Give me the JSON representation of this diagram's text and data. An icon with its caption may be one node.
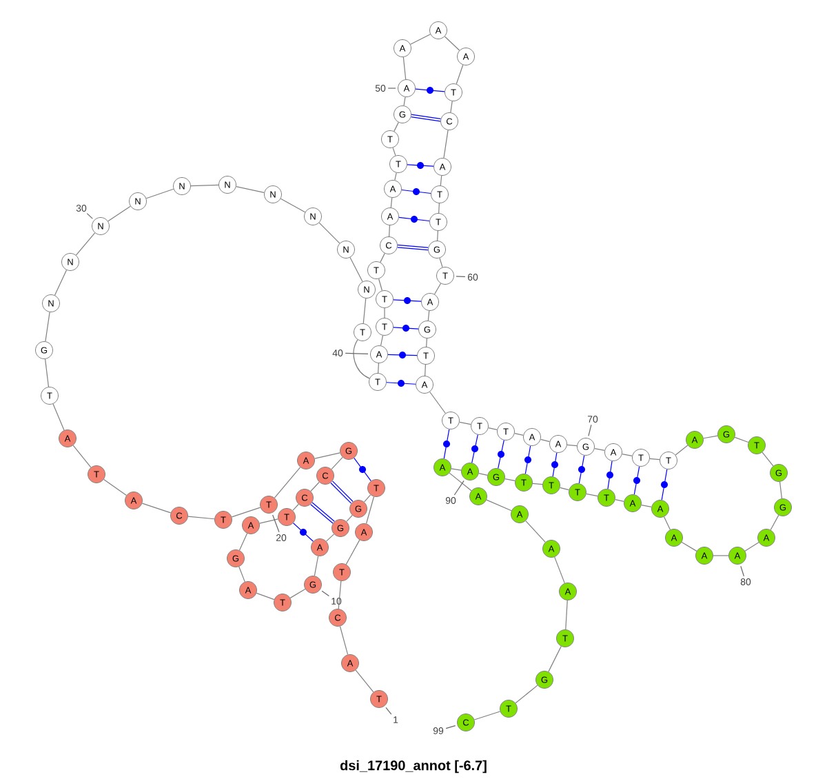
{
  "diagram": {
    "title": "dsi_17190_annot [-6.7]",
    "nodes": [
      {
        "text": [
          "T"
        ]
      },
      {
        "text": [
          "A"
        ]
      },
      {
        "text": [
          "C"
        ]
      },
      {
        "text": [
          "T"
        ]
      },
      {
        "text": [
          "A"
        ]
      },
      {
        "text": [
          "T"
        ]
      },
      {
        "text": [
          "G"
        ]
      },
      {
        "text": [
          "G"
        ]
      },
      {
        "text": [
          "A"
        ]
      },
      {
        "text": [
          "G"
        ]
      },
      {
        "text": [
          "T"
        ]
      },
      {
        "text": [
          "A"
        ]
      },
      {
        "text": [
          "G"
        ]
      },
      {
        "text": [
          "A"
        ]
      },
      {
        "text": [
          "T"
        ]
      },
      {
        "text": [
          "C"
        ]
      },
      {
        "text": [
          "C"
        ]
      },
      {
        "text": [
          "G"
        ]
      },
      {
        "text": [
          "A"
        ]
      },
      {
        "text": [
          "T"
        ]
      },
      {
        "text": [
          "T"
        ]
      },
      {
        "text": [
          "C"
        ]
      },
      {
        "text": [
          "A"
        ]
      },
      {
        "text": [
          "T"
        ]
      },
      {
        "text": [
          "A"
        ]
      },
      {
        "text": [
          "T"
        ]
      },
      {
        "text": [
          "G"
        ]
      },
      {
        "text": [
          "N"
        ]
      },
      {
        "text": [
          "N"
        ]
      },
      {
        "text": [
          "N"
        ]
      },
      {
        "text": [
          "N"
        ]
      },
      {
        "text": [
          "N"
        ]
      },
      {
        "text": [
          "N"
        ]
      },
      {
        "text": [
          "N"
        ]
      },
      {
        "text": [
          "N"
        ]
      },
      {
        "text": [
          "N"
        ]
      },
      {
        "text": [
          "N"
        ]
      },
      {
        "text": [
          "T"
        ]
      },
      {
        "text": [
          "T"
        ]
      },
      {
        "text": [
          "A"
        ]
      },
      {
        "text": [
          "T"
        ]
      },
      {
        "text": [
          "T"
        ]
      },
      {
        "text": [
          "T"
        ]
      },
      {
        "text": [
          "C"
        ]
      },
      {
        "text": [
          "A"
        ]
      },
      {
        "text": [
          "A"
        ]
      },
      {
        "text": [
          "T"
        ]
      },
      {
        "text": [
          "T"
        ]
      },
      {
        "text": [
          "G"
        ]
      },
      {
        "text": [
          "A"
        ]
      },
      {
        "text": [
          "A"
        ]
      },
      {
        "text": [
          "A"
        ]
      },
      {
        "text": [
          "A"
        ]
      },
      {
        "text": [
          "T"
        ]
      },
      {
        "text": [
          "C"
        ]
      },
      {
        "text": [
          "A"
        ]
      },
      {
        "text": [
          "T"
        ]
      },
      {
        "text": [
          "T"
        ]
      },
      {
        "text": [
          "G"
        ]
      },
      {
        "text": [
          "T"
        ]
      },
      {
        "text": [
          "A"
        ]
      },
      {
        "text": [
          "G"
        ]
      },
      {
        "text": [
          "T"
        ]
      },
      {
        "text": [
          "A"
        ]
      },
      {
        "text": [
          "T"
        ]
      },
      {
        "text": [
          "T"
        ]
      },
      {
        "text": [
          "T"
        ]
      },
      {
        "text": [
          "A"
        ]
      },
      {
        "text": [
          "A"
        ]
      },
      {
        "text": [
          "G"
        ]
      },
      {
        "text": [
          "A"
        ]
      },
      {
        "text": [
          "T"
        ]
      },
      {
        "text": [
          "T"
        ]
      },
      {
        "text": [
          "A"
        ]
      },
      {
        "text": [
          "G"
        ]
      },
      {
        "text": [
          "T"
        ]
      },
      {
        "text": [
          "G"
        ]
      },
      {
        "text": [
          "G"
        ]
      },
      {
        "text": [
          "A"
        ]
      },
      {
        "text": [
          "A"
        ]
      },
      {
        "text": [
          "A"
        ]
      },
      {
        "text": [
          "A"
        ]
      },
      {
        "text": [
          "A"
        ]
      },
      {
        "text": [
          "A"
        ]
      },
      {
        "text": [
          "T"
        ]
      },
      {
        "text": [
          "T"
        ]
      },
      {
        "text": [
          "T"
        ]
      },
      {
        "text": [
          "T"
        ]
      },
      {
        "text": [
          "G"
        ]
      },
      {
        "text": [
          "A"
        ]
      },
      {
        "text": [
          "A"
        ]
      },
      {
        "text": [
          "A"
        ]
      },
      {
        "text": [
          "A"
        ]
      },
      {
        "text": [
          "A"
        ]
      },
      {
        "text": [
          "A"
        ]
      },
      {
        "text": [
          "T"
        ]
      },
      {
        "text": [
          "G"
        ]
      },
      {
        "text": [
          "T"
        ]
      },
      {
        "text": [
          "C"
        ]
      },
      {
        "text": [
          "1"
        ]
      },
      {
        "text": [
          "10"
        ]
      },
      {
        "text": [
          "20"
        ]
      },
      {
        "text": [
          "30"
        ]
      },
      {
        "text": [
          "40"
        ]
      },
      {
        "text": [
          "50"
        ]
      },
      {
        "text": [
          "60"
        ]
      },
      {
        "text": [
          "70"
        ]
      },
      {
        "text": [
          "80"
        ]
      },
      {
        "text": [
          "90"
        ]
      },
      {
        "text": [
          "99"
        ]
      }
    ],
    "edges": [
      {
        "from": 0,
        "to": 1,
        "arrow": "none"
      },
      {
        "from": 1,
        "to": 2,
        "arrow": "none"
      },
      {
        "from": 2,
        "to": 3,
        "arrow": "none"
      },
      {
        "from": 3,
        "to": 4,
        "arrow": "none"
      },
      {
        "from": 4,
        "to": 5,
        "arrow": "none"
      },
      {
        "from": 5,
        "to": 6,
        "arrow": "none"
      },
      {
        "from": 6,
        "to": 7,
        "arrow": "none"
      },
      {
        "from": 7,
        "to": 8,
        "arrow": "none"
      },
      {
        "from": 8,
        "to": 9,
        "arrow": "none"
      },
      {
        "from": 9,
        "to": 10,
        "arrow": "none"
      },
      {
        "from": 10,
        "to": 11,
        "arrow": "none"
      },
      {
        "from": 11,
        "to": 12,
        "arrow": "none"
      },
      {
        "from": 12,
        "to": 13,
        "arrow": "none"
      },
      {
        "from": 13,
        "to": 14,
        "arrow": "none"
      },
      {
        "from": 14,
        "to": 15,
        "arrow": "none"
      },
      {
        "from": 15,
        "to": 16,
        "arrow": "none"
      },
      {
        "from": 16,
        "to": 17,
        "arrow": "none"
      },
      {
        "from": 17,
        "to": 18,
        "arrow": "none"
      },
      {
        "from": 18,
        "to": 19,
        "arrow": "none"
      },
      {
        "from": 19,
        "to": 20,
        "arrow": "none"
      },
      {
        "from": 20,
        "to": 21,
        "arrow": "none"
      },
      {
        "from": 21,
        "to": 22,
        "arrow": "none"
      },
      {
        "from": 22,
        "to": 23,
        "arrow": "none"
      },
      {
        "from": 23,
        "to": 24,
        "arrow": "none"
      },
      {
        "from": 24,
        "to": 25,
        "arrow": "none"
      },
      {
        "from": 25,
        "to": 26,
        "arrow": "none"
      },
      {
        "from": 26,
        "to": 27,
        "arrow": "none"
      },
      {
        "from": 27,
        "to": 28,
        "arrow": "none"
      },
      {
        "from": 28,
        "to": 29,
        "arrow": "none"
      },
      {
        "from": 29,
        "to": 30,
        "arrow": "none"
      },
      {
        "from": 30,
        "to": 31,
        "arrow": "none"
      },
      {
        "from": 31,
        "to": 32,
        "arrow": "none"
      },
      {
        "from": 32,
        "to": 33,
        "arrow": "none"
      },
      {
        "from": 33,
        "to": 34,
        "arrow": "none"
      },
      {
        "from": 34,
        "to": 35,
        "arrow": "none"
      },
      {
        "from": 35,
        "to": 36,
        "arrow": "none"
      },
      {
        "from": 36,
        "to": 37,
        "arrow": "none"
      },
      {
        "from": 37,
        "to": 38,
        "arrow": "none"
      },
      {
        "from": 38,
        "to": 39,
        "arrow": "none"
      },
      {
        "from": 39,
        "to": 40,
        "arrow": "none"
      },
      {
        "from": 40,
        "to": 41,
        "arrow": "none"
      },
      {
        "from": 41,
        "to": 42,
        "arrow": "none"
      },
      {
        "from": 42,
        "to": 43,
        "arrow": "none"
      },
      {
        "from": 43,
        "to": 44,
        "arrow": "none"
      },
      {
        "from": 44,
        "to": 45,
        "arrow": "none"
      },
      {
        "from": 45,
        "to": 46,
        "arrow": "none"
      },
      {
        "from": 46,
        "to": 47,
        "arrow": "none"
      },
      {
        "from": 47,
        "to": 48,
        "arrow": "none"
      },
      {
        "from": 48,
        "to": 49,
        "arrow": "none"
      },
      {
        "from": 49,
        "to": 50,
        "arrow": "none"
      },
      {
        "from": 50,
        "to": 51,
        "arrow": "none"
      },
      {
        "from": 51,
        "to": 52,
        "arrow": "none"
      },
      {
        "from": 52,
        "to": 53,
        "arrow": "none"
      },
      {
        "from": 53,
        "to": 54,
        "arrow": "none"
      },
      {
        "from": 54,
        "to": 55,
        "arrow": "none"
      },
      {
        "from": 55,
        "to": 56,
        "arrow": "none"
      },
      {
        "from": 56,
        "to": 57,
        "arrow": "none"
      },
      {
        "from": 57,
        "to": 58,
        "arrow": "none"
      },
      {
        "from": 58,
        "to": 59,
        "arrow": "none"
      },
      {
        "from": 59,
        "to": 60,
        "arrow": "none"
      },
      {
        "from": 60,
        "to": 61,
        "arrow": "none"
      },
      {
        "from": 61,
        "to": 62,
        "arrow": "none"
      },
      {
        "from": 62,
        "to": 63,
        "arrow": "none"
      },
      {
        "from": 63,
        "to": 64,
        "arrow": "none"
      },
      {
        "from": 64,
        "to": 65,
        "arrow": "none"
      },
      {
        "from": 65,
        "to": 66,
        "arrow": "none"
      },
      {
        "from": 66,
        "to": 67,
        "arrow": "none"
      },
      {
        "from": 67,
        "to": 68,
        "arrow": "none"
      },
      {
        "from": 68,
        "to": 69,
        "arrow": "none"
      },
      {
        "from": 69,
        "to": 70,
        "arrow": "none"
      },
      {
        "from": 70,
        "to": 71,
        "arrow": "none"
      },
      {
        "from": 71,
        "to": 72,
        "arrow": "none"
      },
      {
        "from": 72,
        "to": 73,
        "arrow": "none"
      },
      {
        "from": 73,
        "to": 74,
        "arrow": "none"
      },
      {
        "from": 74,
        "to": 75,
        "arrow": "none"
      },
      {
        "from": 75,
        "to": 76,
        "arrow": "none"
      },
      {
        "from": 76,
        "to": 77,
        "arrow": "none"
      },
      {
        "from": 77,
        "to": 78,
        "arrow": "none"
      },
      {
        "from": 78,
        "to": 79,
        "arrow": "none"
      },
      {
        "from": 79,
        "to": 80,
        "arrow": "none"
      },
      {
        "from": 80,
        "to": 81,
        "arrow": "none"
      },
      {
        "from": 81,
        "to": 82,
        "arrow": "none"
      },
      {
        "from": 82,
        "to": 83,
        "arrow": "none"
      },
      {
        "from": 83,
        "to": 84,
        "arrow": "none"
      },
      {
        "from": 84,
        "to": 85,
        "arrow": "none"
      },
      {
        "from": 85,
        "to": 86,
        "arrow": "none"
      },
      {
        "from": 86,
        "to": 87,
        "arrow": "none"
      },
      {
        "from": 87,
        "to": 88,
        "arrow": "none"
      },
      {
        "from": 88,
        "to": 89,
        "arrow": "none"
      },
      {
        "from": 89,
        "to": 90,
        "arrow": "none"
      },
      {
        "from": 90,
        "to": 91,
        "arrow": "none"
      },
      {
        "from": 91,
        "to": 92,
        "arrow": "none"
      },
      {
        "from": 92,
        "to": 93,
        "arrow": "none"
      },
      {
        "from": 93,
        "to": 94,
        "arrow": "none"
      },
      {
        "from": 94,
        "to": 95,
        "arrow": "none"
      },
      {
        "from": 95,
        "to": 96,
        "arrow": "none"
      },
      {
        "from": 96,
        "to": 97,
        "arrow": "none"
      },
      {
        "from": 97,
        "to": 98,
        "arrow": "none"
      },
      {
        "from": 5,
        "to": 17,
        "arrow": "none",
        "color": "#0000ff"
      },
      {
        "from": 6,
        "to": 16,
        "arrow": "none",
        "color": "#0000ff",
        "style": "thick"
      },
      {
        "from": 7,
        "to": 15,
        "arrow": "none",
        "color": "#0000ff",
        "style": "thick"
      },
      {
        "from": 8,
        "to": 14,
        "arrow": "none",
        "color": "#0000ff"
      },
      {
        "from": 38,
        "to": 63,
        "arrow": "none",
        "color": "#0000ff"
      },
      {
        "from": 39,
        "to": 62,
        "arrow": "none",
        "color": "#0000ff"
      },
      {
        "from": 40,
        "to": 61,
        "arrow": "none",
        "color": "#0000ff"
      },
      {
        "from": 41,
        "to": 60,
        "arrow": "none",
        "color": "#0000ff"
      },
      {
        "from": 43,
        "to": 58,
        "arrow": "none",
        "color": "#0000ff",
        "style": "thick"
      },
      {
        "from": 44,
        "to": 57,
        "arrow": "none",
        "color": "#0000ff"
      },
      {
        "from": 45,
        "to": 56,
        "arrow": "none",
        "color": "#0000ff"
      },
      {
        "from": 46,
        "to": 55,
        "arrow": "none",
        "color": "#0000ff"
      },
      {
        "from": 48,
        "to": 54,
        "arrow": "none",
        "color": "#0000ff",
        "style": "thick"
      },
      {
        "from": 49,
        "to": 53,
        "arrow": "none",
        "color": "#0000ff"
      },
      {
        "from": 64,
        "to": 90,
        "arrow": "none",
        "color": "#0000ff"
      },
      {
        "from": 65,
        "to": 89,
        "arrow": "none",
        "color": "#0000ff"
      },
      {
        "from": 66,
        "to": 88,
        "arrow": "none",
        "color": "#0000ff"
      },
      {
        "from": 67,
        "to": 87,
        "arrow": "none",
        "color": "#0000ff"
      },
      {
        "from": 68,
        "to": 86,
        "arrow": "none",
        "color": "#0000ff"
      },
      {
        "from": 69,
        "to": 85,
        "arrow": "none",
        "color": "#0000ff"
      },
      {
        "from": 70,
        "to": 84,
        "arrow": "none",
        "color": "#0000ff"
      },
      {
        "from": 71,
        "to": 83,
        "arrow": "none",
        "color": "#0000ff"
      },
      {
        "from": 72,
        "to": 82,
        "arrow": "none",
        "color": "#0000ff"
      },
      {
        "from": 99,
        "to": 0,
        "arrow": "none"
      },
      {
        "from": 100,
        "to": 9,
        "arrow": "none"
      },
      {
        "from": 101,
        "to": 19,
        "arrow": "none"
      },
      {
        "from": 102,
        "to": 29,
        "arrow": "none"
      },
      {
        "from": 103,
        "to": 39,
        "arrow": "none"
      },
      {
        "from": 104,
        "to": 49,
        "arrow": "none"
      },
      {
        "from": 105,
        "to": 59,
        "arrow": "none"
      },
      {
        "from": 106,
        "to": 69,
        "arrow": "none"
      },
      {
        "from": 107,
        "to": 79,
        "arrow": "none"
      },
      {
        "from": 108,
        "to": 89,
        "arrow": "none"
      },
      {
        "from": 109,
        "to": 98,
        "arrow": "none"
      }
    ]
  }
}
